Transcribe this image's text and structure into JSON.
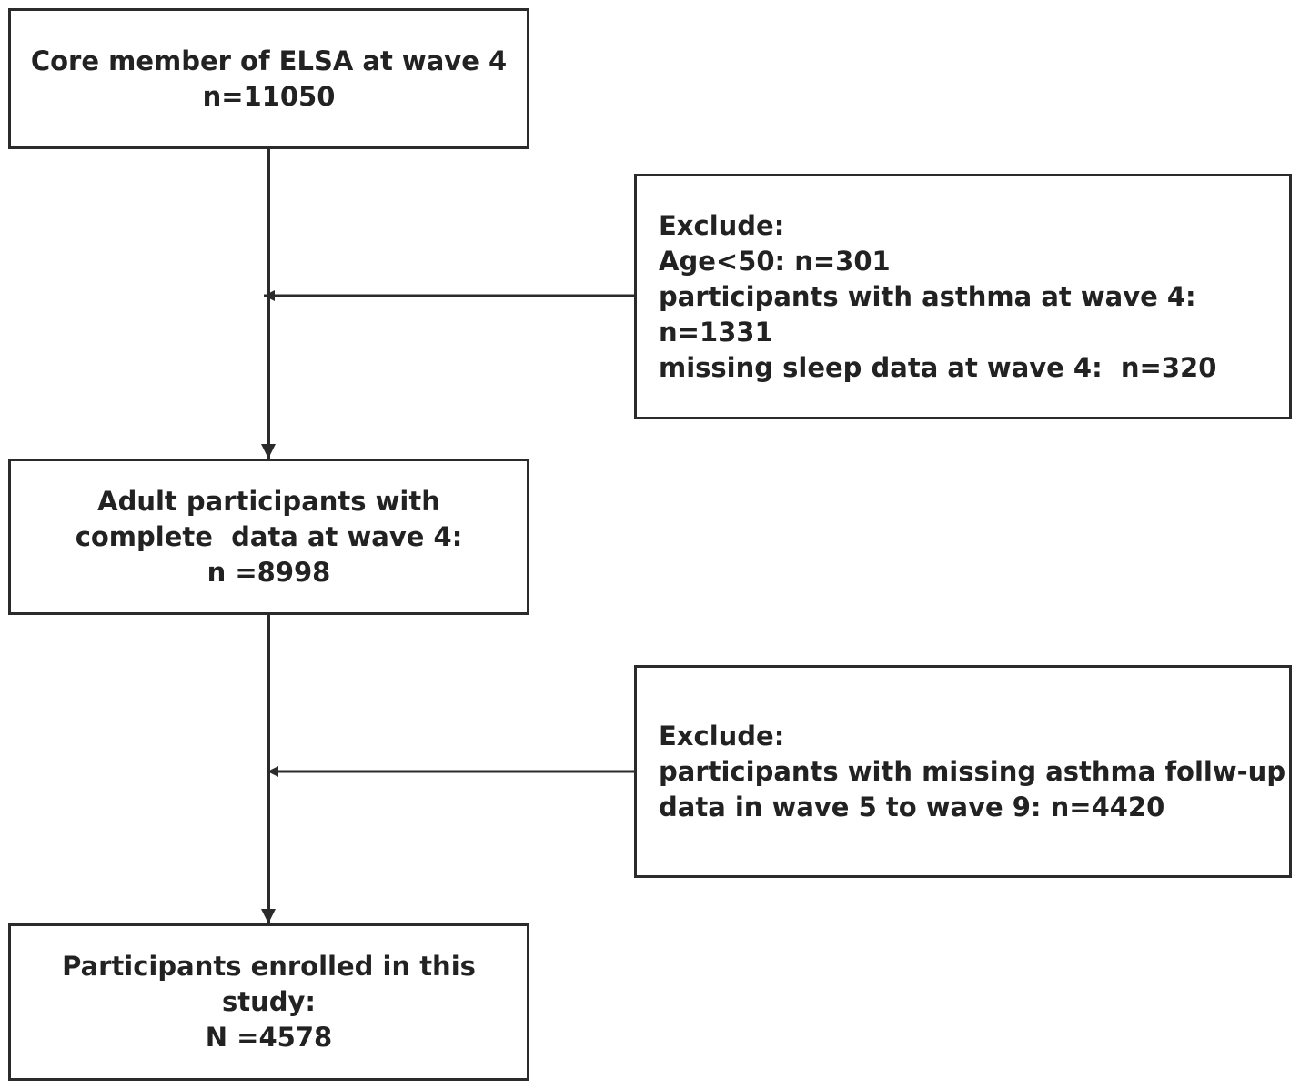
{
  "flowchart": {
    "box_initial": {
      "lines": [
        "Core member of ELSA at wave 4",
        "n=11050"
      ]
    },
    "exclusion_1": {
      "lines": [
        "Exclude:",
        "Age<50: n=301",
        "participants with asthma at wave 4:",
        "n=1331",
        "missing sleep data at wave 4:  n=320"
      ]
    },
    "box_complete": {
      "lines": [
        "Adult participants with",
        "complete  data at wave 4:",
        "n =8998"
      ]
    },
    "exclusion_2": {
      "lines": [
        "Exclude:",
        "participants with missing asthma follw-up",
        "data in wave 5 to wave 9: n=4420"
      ]
    },
    "box_final": {
      "lines": [
        "Participants enrolled in this",
        "study:",
        "N =4578"
      ]
    }
  },
  "colors": {
    "stroke": "#2b2b2b",
    "text": "#222222",
    "background": "#ffffff"
  }
}
